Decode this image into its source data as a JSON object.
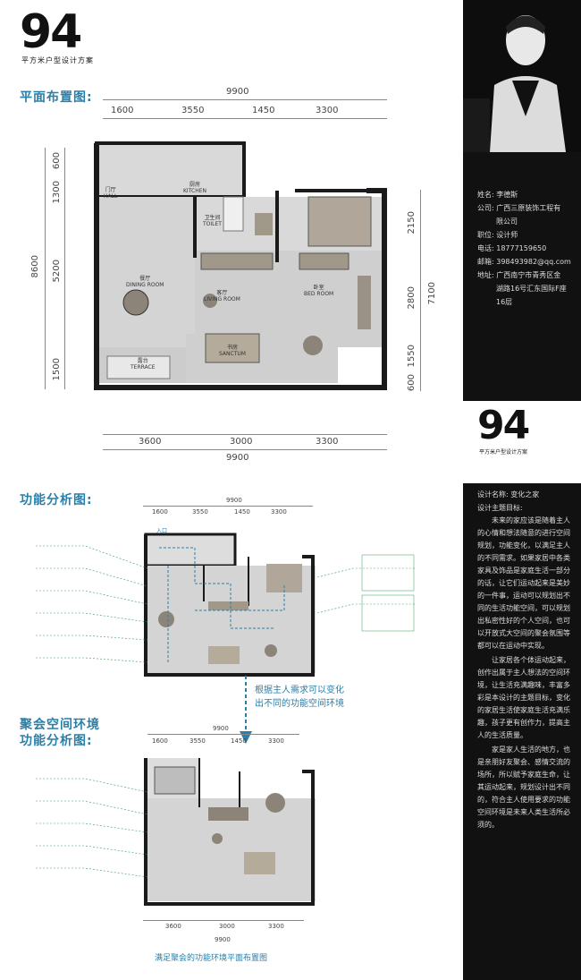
{
  "header": {
    "number": "94",
    "subtitle": "平方米户型设计方案"
  },
  "section1": {
    "title": "平面布置图:",
    "total_top": "9900",
    "top_dims": [
      "1600",
      "3550",
      "1450",
      "3300"
    ],
    "left_total": "8600",
    "left_dims": [
      "600",
      "1300",
      "5200",
      "1500"
    ],
    "right_total": "7100",
    "right_dims": [
      "2150",
      "2800",
      "1550",
      "600"
    ],
    "bottom_dims": [
      "3600",
      "3000",
      "3300"
    ],
    "total_bottom": "9900",
    "rooms": {
      "hall": "门厅\nHALL",
      "kitchen": "厨房\nKITCHEN",
      "toilet": "卫生间\nTOILET",
      "dining": "餐厅\nDINING ROOM",
      "living": "客厅\nLIVING ROOM",
      "bed": "卧室\nBED ROOM",
      "sanctum": "书房\nSANCTUM",
      "terrace": "露台\nTERRACE"
    }
  },
  "section2": {
    "title": "功能分析图:",
    "total_top": "9900",
    "top_dims": [
      "1600",
      "3550",
      "1450",
      "3300"
    ],
    "entry_label": "入口"
  },
  "arrow_note": [
    "根据主人需求可以变化",
    "出不同的功能空间环境"
  ],
  "section3": {
    "title_lines": [
      "聚会空间环境",
      "功能分析图:"
    ],
    "total_top": "9900",
    "top_dims": [
      "1600",
      "3550",
      "1450",
      "3300"
    ],
    "bottom_dims": [
      "3600",
      "3000",
      "3300"
    ],
    "total_bottom": "9900",
    "caption": "满足聚会的功能环境平面布置图"
  },
  "sidebar": {
    "info": [
      "姓名: 李德斯",
      "公司: 广西三原装饰工程有",
      "限公司",
      "职位: 设计师",
      "电话: 18777159650",
      "邮箱: 398493982@qq.com",
      "地址: 广西南宁市青秀区金",
      "湖路16号汇东国际F座",
      "16层"
    ],
    "number": "94",
    "subtitle": "平方米户型设计方案",
    "design_name": "设计名称: 变化之家",
    "design_goal": "设计主题目标:",
    "paragraphs": [
      "未来的家应该是随着主人的心情和想法随意的进行空间规划，功能变化，以满足主人的不同需求。如果家居中各类家具及饰品是家庭生活一部分的话，让它们运动起来是美妙的一件事，运动可以规划出不同的生活功能空间，可以规划出私密性好的个人空间，也可以开放式大空间的聚会氛围等都可以在运动中实现。",
      "让家居各个体运动起来，创作出属于主人想法的空间环境，让生活充满趣味，丰富多彩是本设计的主题目标，变化的家居生活使家庭生活充满乐趣，孩子更有创作力，提高主人的生活质量。",
      "家是家人生活的地方，也是亲朋好友聚会、感情交流的场所，所以赋予家庭生命，让其运动起来，规划设计出不同的，符合主人使用要求的功能空间环境是未来人类生活所必须的。"
    ]
  },
  "colors": {
    "accent": "#2a7fa8",
    "sidebar_bg": "#111111",
    "wall": "#1a1a1a",
    "floor": "#c9c9c9"
  }
}
